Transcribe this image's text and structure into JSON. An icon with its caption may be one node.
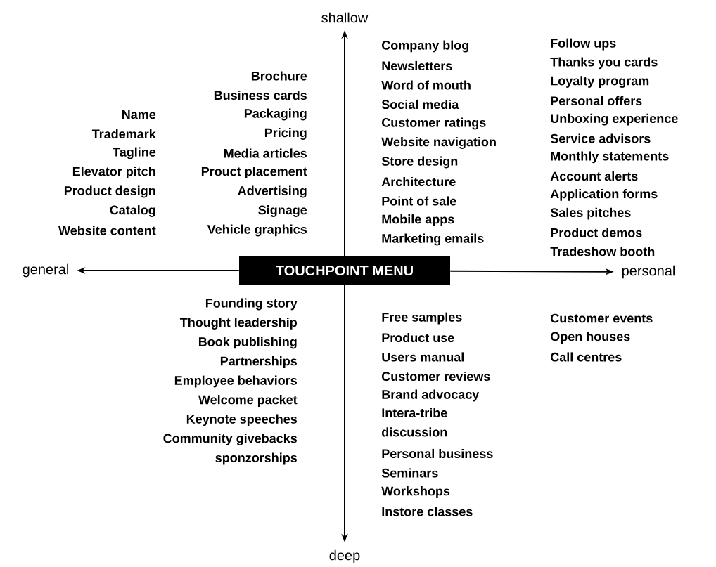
{
  "diagram": {
    "nodes": [
      {
        "text": [
          "TOUCHPOINT MENU"
        ]
      },
      {
        "text": [
          "shallow"
        ]
      },
      {
        "text": [
          "deep"
        ]
      },
      {
        "text": [
          "general"
        ]
      },
      {
        "text": [
          "personal"
        ]
      }
    ],
    "edges": [
      {
        "from": 0,
        "to": 1,
        "arrow": "to"
      },
      {
        "from": 0,
        "to": 2,
        "arrow": "to"
      },
      {
        "from": 0,
        "to": 3,
        "arrow": "to"
      },
      {
        "from": 0,
        "to": 4,
        "arrow": "to"
      }
    ],
    "labels": [
      "Name",
      "Trademark",
      "Tagline",
      "Elevator pitch",
      "Product design",
      "Catalog",
      "Website content",
      "Brochure",
      "Business cards",
      "Packaging",
      "Pricing",
      "Media articles",
      "Prouct placement",
      "Advertising",
      "Signage",
      "Vehicle graphics",
      "Company blog",
      "Newsletters",
      "Word of mouth",
      "Social media",
      "Customer ratings",
      "Website navigation",
      "Store design",
      "Architecture",
      "Point of sale",
      "Mobile apps",
      "Marketing emails",
      "Follow ups",
      "Thanks you cards",
      "Loyalty program",
      "Personal offers",
      "Unboxing experience",
      "Service advisors",
      "Monthly statements",
      "Account alerts",
      "Application forms",
      "Sales pitches",
      "Product demos",
      "Tradeshow booth",
      "Founding story",
      "Thought leadership",
      "Book publishing",
      "Partnerships",
      "Employee behaviors",
      "Welcome packet",
      "Keynote speeches",
      "Community givebacks",
      "sponzorships",
      "Free samples",
      "Product use",
      "Users manual",
      "Customer reviews",
      "Brand advocacy",
      "Intera-tribe discussion",
      "Personal business",
      "Seminars",
      "Workshops",
      "Instore classes",
      "Customer events",
      "Open houses",
      "Call centres"
    ]
  }
}
